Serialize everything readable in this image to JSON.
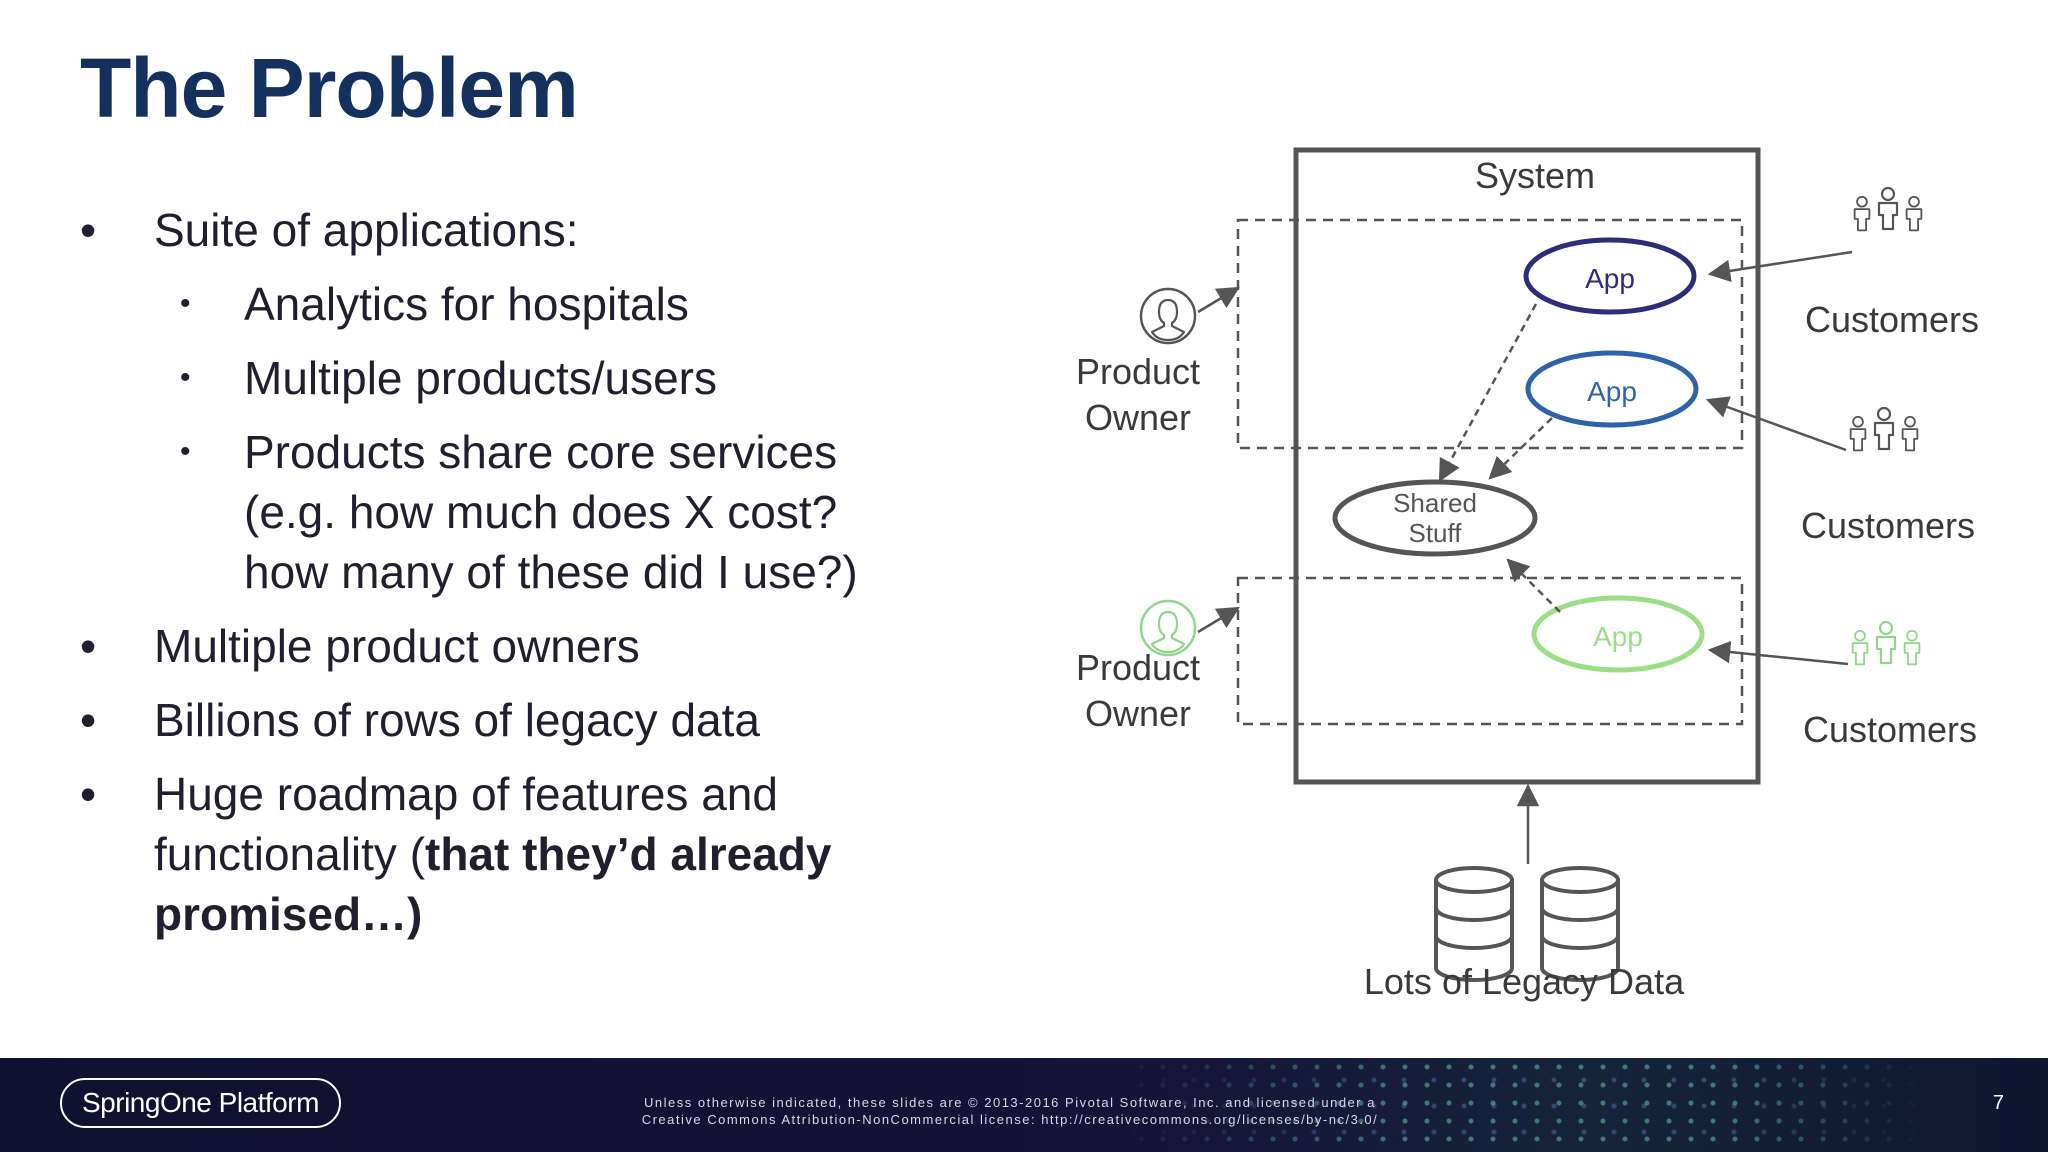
{
  "slide": {
    "title": "The Problem",
    "page_number": "7"
  },
  "bullets": [
    {
      "text": "Suite of applications:"
    },
    {
      "text": "Analytics for hospitals"
    },
    {
      "text": "Multiple products/users"
    },
    {
      "lines": [
        "Products share core services",
        "(e.g. how much does X cost?",
        "how many of these did I use?)"
      ]
    },
    {
      "text": "Multiple product owners"
    },
    {
      "text": "Billions of rows of legacy data"
    },
    {
      "line1": "Huge roadmap of features and",
      "line2_plain": "functionality (",
      "line2_bold": "that they’d already",
      "line3_bold": "promised…)"
    }
  ],
  "diagram": {
    "system_label": "System",
    "apps": [
      "App",
      "App",
      "App"
    ],
    "shared": [
      "Shared",
      "Stuff"
    ],
    "owners": [
      {
        "line1": "Product",
        "line2": "Owner"
      },
      {
        "line1": "Product",
        "line2": "Owner"
      }
    ],
    "customers": [
      "Customers",
      "Customers",
      "Customers"
    ],
    "legacy_label": "Lots of Legacy Data",
    "colors": {
      "app1": "#2e2d78",
      "app2": "#2f63a8",
      "app3": "#9adf86",
      "owner1": "#555555",
      "owner2": "#8fd58a",
      "customers1": "#555555",
      "customers2": "#555555",
      "customers3": "#8fd58a",
      "box": "#555555"
    }
  },
  "footer": {
    "brand": "SpringOne Platform",
    "legal_line1": "Unless otherwise indicated, these slides are © 2013-2016 Pivotal Software, Inc. and licensed under a",
    "legal_line2": "Creative Commons Attribution-NonCommercial license: http://creativecommons.org/licenses/by-nc/3.0/"
  }
}
